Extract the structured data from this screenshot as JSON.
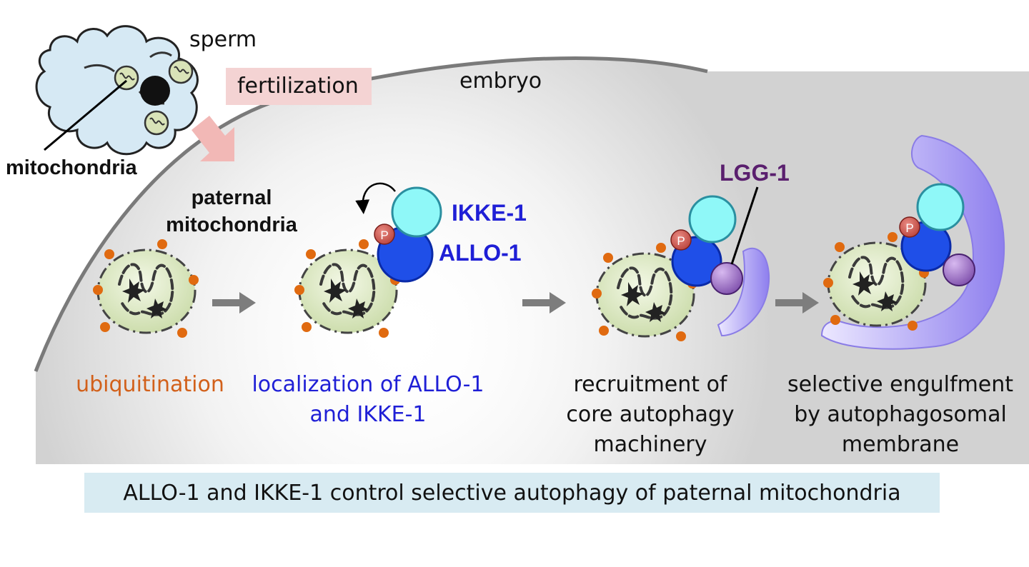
{
  "labels": {
    "sperm": "sperm",
    "fertilization": "fertilization",
    "embryo": "embryo",
    "mitochondria": "mitochondria",
    "paternal_mitochondria": "paternal mitochondria",
    "ikke1": "IKKE-1",
    "allo1": "ALLO-1",
    "lgg1": "LGG-1",
    "phospho": "P"
  },
  "steps": [
    {
      "text": "ubiquitination",
      "color": "#d2601a"
    },
    {
      "text": "localization of ALLO-1 and IKKE-1",
      "color": "#1f1fd6"
    },
    {
      "text": "recruitment of core autophagy machinery",
      "color": "#111111"
    },
    {
      "text": "selective engulfment by autophagosomal membrane",
      "color": "#111111"
    }
  ],
  "caption": "ALLO-1 and IKKE-1 control selective autophagy of paternal mitochondria",
  "colors": {
    "ikke1": "#8ff8f8",
    "allo1": "#1f4fe8",
    "lgg1": "#9a6fc8",
    "membrane": "#a89af2",
    "ubiquitin": "#e06a10",
    "phospho": "#c94a44",
    "mito_fill": "#dbe8c0",
    "sperm_fill": "#d6e9f4",
    "fertilization_box": "#f4d3d3",
    "caption_box": "#d8ebf2"
  }
}
